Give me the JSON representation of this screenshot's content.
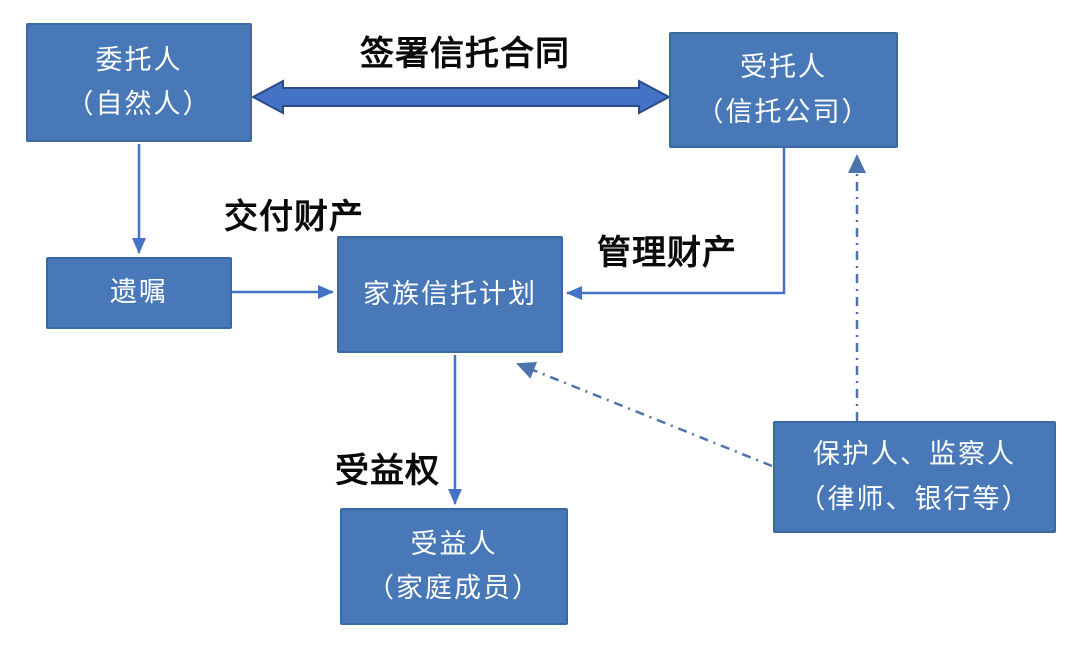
{
  "diagram": {
    "nodes": {
      "settlor": {
        "line1": "委托人",
        "line2": "（自然人）"
      },
      "trustee": {
        "line1": "受托人",
        "line2": "（信托公司）"
      },
      "will": {
        "line1": "遗嘱"
      },
      "trust_plan": {
        "line1": "家族信托计划"
      },
      "beneficiary": {
        "line1": "受益人",
        "line2": "（家庭成员）"
      },
      "protector": {
        "line1": "保护人、监察人",
        "line2": "（律师、银行等）"
      }
    },
    "edge_labels": {
      "sign_contract": "签署信托合同",
      "deliver_property": "交付财产",
      "manage_property": "管理财产",
      "beneficial_right": "受益权"
    },
    "colors": {
      "node_fill": "#4878B7",
      "node_border": "#3A689F",
      "node_text": "#FFFFFF",
      "arrow": "#4472C4",
      "dashed_arrow": "#4C73AE",
      "thick_arrow_fill": "#4472C4",
      "thick_arrow_border": "#2B4B86",
      "label_text": "#0A0A0A",
      "background": "#FFFFFF"
    }
  }
}
